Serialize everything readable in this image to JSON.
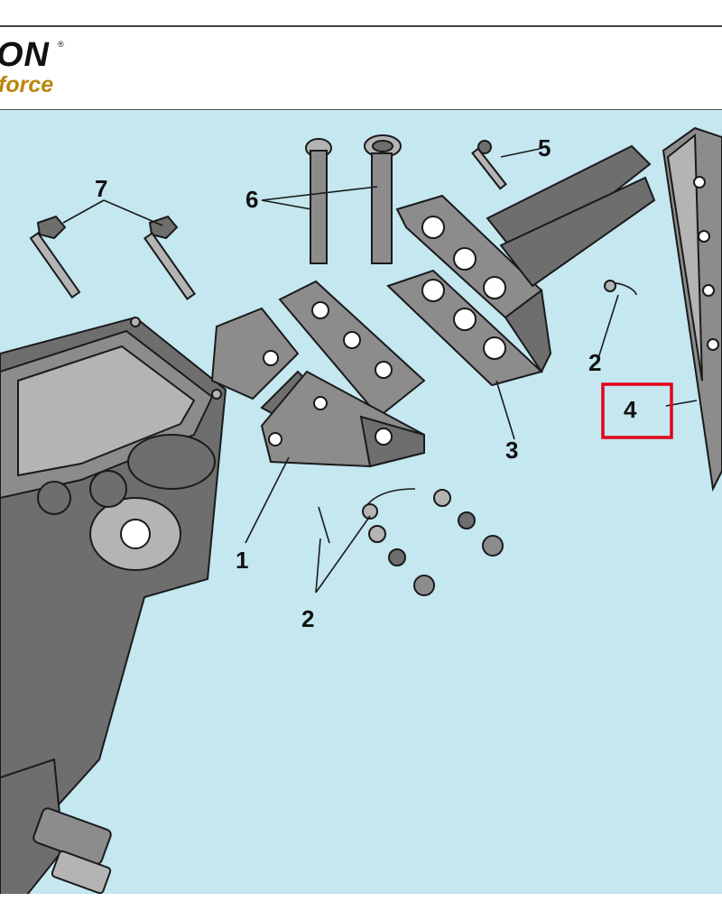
{
  "brand": {
    "logo_main": "ON",
    "logo_registered": "®",
    "logo_sub": "force",
    "sub_color": "#b8860b"
  },
  "diagram": {
    "background_color": "#c4e7f0",
    "highlight_color": "#e3001b",
    "callouts": {
      "c1": "1",
      "c2a": "2",
      "c2b": "2",
      "c3": "3",
      "c4": "4",
      "c5": "5",
      "c6": "6",
      "c7": "7"
    },
    "highlighted_callout": "4"
  }
}
